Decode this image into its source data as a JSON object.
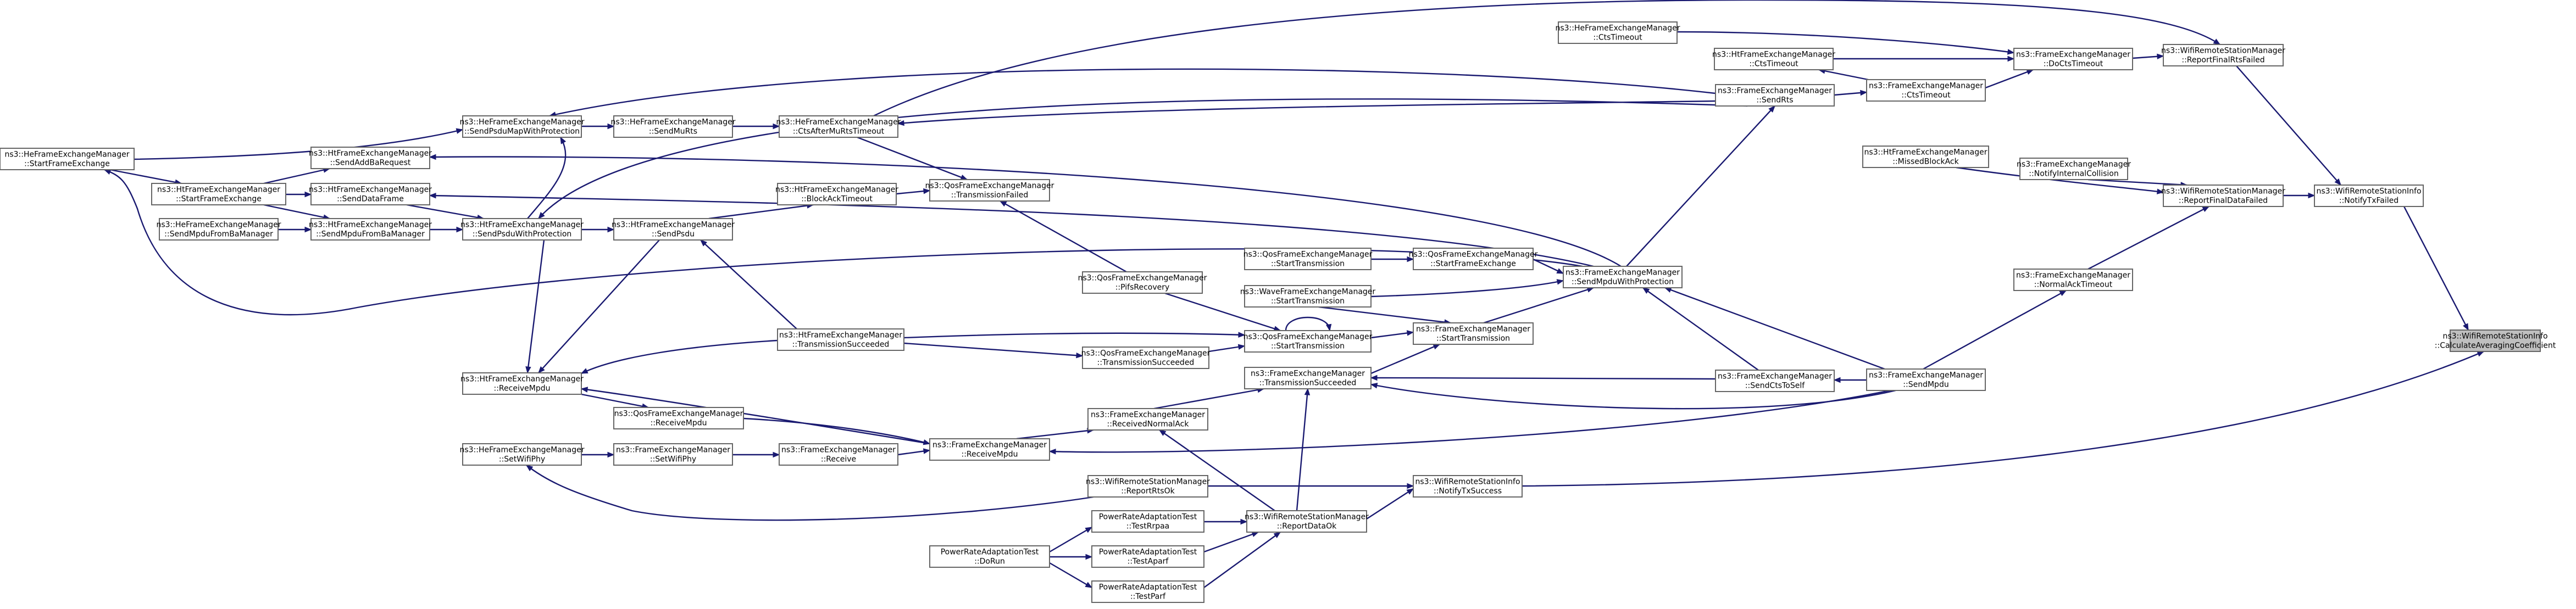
{
  "graph": {
    "nodes": [
      {
        "id": "cac",
        "lines": [
          "ns3::WifiRemoteStationInfo",
          "::CalculateAveragingCoefficient"
        ],
        "highlight": true
      },
      {
        "id": "ntf",
        "lines": [
          "ns3::WifiRemoteStationInfo",
          "::NotifyTxFailed"
        ]
      },
      {
        "id": "nts",
        "lines": [
          "ns3::WifiRemoteStationInfo",
          "::NotifyTxSuccess"
        ]
      },
      {
        "id": "rfrf",
        "lines": [
          "ns3::WifiRemoteStationManager",
          "::ReportFinalRtsFailed"
        ]
      },
      {
        "id": "rfdf",
        "lines": [
          "ns3::WifiRemoteStationManager",
          "::ReportFinalDataFailed"
        ]
      },
      {
        "id": "rdo",
        "lines": [
          "ns3::WifiRemoteStationManager",
          "::ReportDataOk"
        ]
      },
      {
        "id": "rro",
        "lines": [
          "ns3::WifiRemoteStationManager",
          "::ReportRtsOk"
        ]
      },
      {
        "id": "docts",
        "lines": [
          "ns3::FrameExchangeManager",
          "::DoCtsTimeout"
        ]
      },
      {
        "id": "nic",
        "lines": [
          "ns3::FrameExchangeManager",
          "::NotifyInternalCollision"
        ]
      },
      {
        "id": "nat",
        "lines": [
          "ns3::FrameExchangeManager",
          "::NormalAckTimeout"
        ]
      },
      {
        "id": "hects",
        "lines": [
          "ns3::HeFrameExchangeManager",
          "::CtsTimeout"
        ]
      },
      {
        "id": "htcts",
        "lines": [
          "ns3::HtFrameExchangeManager",
          "::CtsTimeout"
        ]
      },
      {
        "id": "fcts",
        "lines": [
          "ns3::FrameExchangeManager",
          "::CtsTimeout"
        ]
      },
      {
        "id": "sendrts",
        "lines": [
          "ns3::FrameExchangeManager",
          "::SendRts"
        ]
      },
      {
        "id": "mba",
        "lines": [
          "ns3::HtFrameExchangeManager",
          "::MissedBlockAck"
        ]
      },
      {
        "id": "smwp",
        "lines": [
          "ns3::FrameExchangeManager",
          "::SendMpduWithProtection"
        ]
      },
      {
        "id": "qfest",
        "lines": [
          "ns3::QosFrameExchangeManager",
          "::StartFrameExchange"
        ]
      },
      {
        "id": "qst1",
        "lines": [
          "ns3::QosFrameExchangeManager",
          "::StartTransmission"
        ]
      },
      {
        "id": "wst",
        "lines": [
          "ns3::WaveFrameExchangeManager",
          "::StartTransmission"
        ]
      },
      {
        "id": "fst",
        "lines": [
          "ns3::FrameExchangeManager",
          "::StartTransmission"
        ]
      },
      {
        "id": "qst2",
        "lines": [
          "ns3::QosFrameExchangeManager",
          "::StartTransmission"
        ]
      },
      {
        "id": "scts",
        "lines": [
          "ns3::FrameExchangeManager",
          "::SendCtsToSelf"
        ]
      },
      {
        "id": "sendmpdu",
        "lines": [
          "ns3::FrameExchangeManager",
          "::SendMpdu"
        ]
      },
      {
        "id": "ftsucc",
        "lines": [
          "ns3::FrameExchangeManager",
          "::TransmissionSucceeded"
        ]
      },
      {
        "id": "rna",
        "lines": [
          "ns3::FrameExchangeManager",
          "::ReceivedNormalAck"
        ]
      },
      {
        "id": "frm",
        "lines": [
          "ns3::FrameExchangeManager",
          "::ReceiveMpdu"
        ]
      },
      {
        "id": "fr",
        "lines": [
          "ns3::FrameExchangeManager",
          "::Receive"
        ]
      },
      {
        "id": "fsw",
        "lines": [
          "ns3::FrameExchangeManager",
          "::SetWifiPhy"
        ]
      },
      {
        "id": "hsw",
        "lines": [
          "ns3::HeFrameExchangeManager",
          "::SetWifiPhy"
        ]
      },
      {
        "id": "qrm",
        "lines": [
          "ns3::QosFrameExchangeManager",
          "::ReceiveMpdu"
        ]
      },
      {
        "id": "hrm",
        "lines": [
          "ns3::HtFrameExchangeManager",
          "::ReceiveMpdu"
        ]
      },
      {
        "id": "htsucc",
        "lines": [
          "ns3::HtFrameExchangeManager",
          "::TransmissionSucceeded"
        ]
      },
      {
        "id": "qtsucc",
        "lines": [
          "ns3::QosFrameExchangeManager",
          "::TransmissionSucceeded"
        ]
      },
      {
        "id": "pifs",
        "lines": [
          "ns3::QosFrameExchangeManager",
          "::PifsRecovery"
        ]
      },
      {
        "id": "qtf",
        "lines": [
          "ns3::QosFrameExchangeManager",
          "::TransmissionFailed"
        ]
      },
      {
        "id": "bat",
        "lines": [
          "ns3::HtFrameExchangeManager",
          "::BlockAckTimeout"
        ]
      },
      {
        "id": "htsp",
        "lines": [
          "ns3::HtFrameExchangeManager",
          "::SendPsdu"
        ]
      },
      {
        "id": "htspwp",
        "lines": [
          "ns3::HtFrameExchangeManager",
          "::SendPsduWithProtection"
        ]
      },
      {
        "id": "spfb",
        "lines": [
          "ns3::HtFrameExchangeManager",
          "::SendMpduFromBaManager"
        ]
      },
      {
        "id": "hespfb",
        "lines": [
          "ns3::HeFrameExchangeManager",
          "::SendMpduFromBaManager"
        ]
      },
      {
        "id": "sdf",
        "lines": [
          "ns3::HtFrameExchangeManager",
          "::SendDataFrame"
        ]
      },
      {
        "id": "sabr",
        "lines": [
          "ns3::HtFrameExchangeManager",
          "::SendAddBaRequest"
        ]
      },
      {
        "id": "htsfe",
        "lines": [
          "ns3::HtFrameExchangeManager",
          "::StartFrameExchange"
        ]
      },
      {
        "id": "hesfe",
        "lines": [
          "ns3::HeFrameExchangeManager",
          "::StartFrameExchange"
        ]
      },
      {
        "id": "hespmwp",
        "lines": [
          "ns3::HeFrameExchangeManager",
          "::SendPsduMapWithProtection"
        ]
      },
      {
        "id": "hesmr",
        "lines": [
          "ns3::HeFrameExchangeManager",
          "::SendMuRts"
        ]
      },
      {
        "id": "hectsmu",
        "lines": [
          "ns3::HeFrameExchangeManager",
          "::CtsAfterMuRtsTimeout"
        ]
      },
      {
        "id": "prnp",
        "lines": [
          "PowerRateAdaptationTest",
          "::TestRrpaa"
        ]
      },
      {
        "id": "praparf",
        "lines": [
          "PowerRateAdaptationTest",
          "::TestAparf"
        ]
      },
      {
        "id": "prparf",
        "lines": [
          "PowerRateAdaptationTest",
          "::TestParf"
        ]
      },
      {
        "id": "prdr",
        "lines": [
          "PowerRateAdaptationTest",
          "::DoRun"
        ]
      }
    ]
  }
}
